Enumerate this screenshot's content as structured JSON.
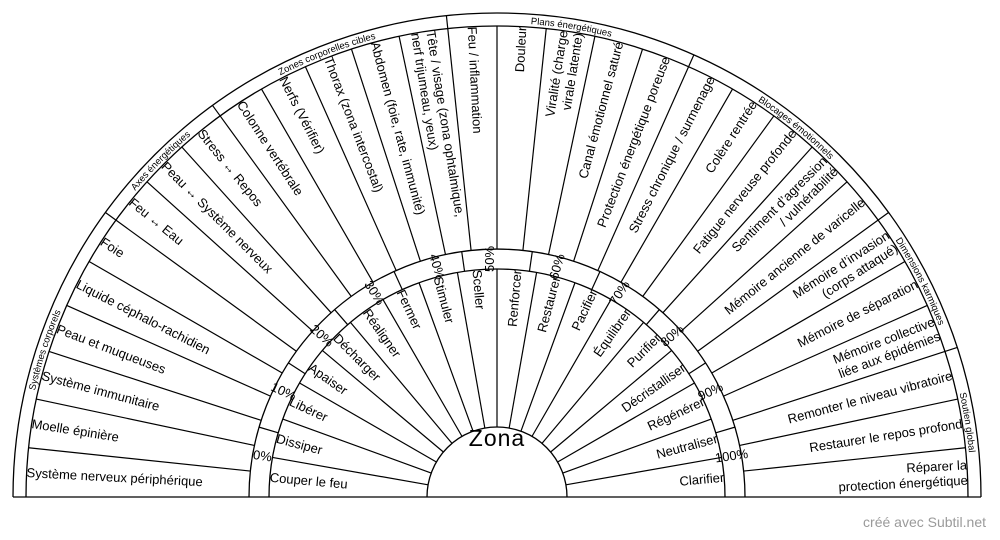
{
  "center_label": "Zona",
  "credit": "créé avec Subtil.net",
  "outer_ring": [
    {
      "label": "Systèmes corporels",
      "from": 0,
      "to": 6,
      "items": [
        "Système nerveux périphérique",
        "Moelle épinière",
        "Système immunitaire",
        "Peau et muqueuses",
        "Liquide céphalo-rachidien",
        "Foie"
      ]
    },
    {
      "label": "Axes énergétiques",
      "from": 6,
      "to": 9,
      "items": [
        "Feu ↔ Eau",
        "Peau ↔ Système nerveux",
        "Stress ↔ Repos"
      ]
    },
    {
      "label": "Zones corporelles cibles",
      "from": 9,
      "to": 14,
      "items": [
        "Colonne vertébrale",
        "Nerfs (Vérifier)",
        "Thorax (zona intercostal)",
        "Abdomen (foie, rate, immunité)",
        "Tête / visage (zona ophtalmique, nerf trijumeau, yeux)"
      ]
    },
    {
      "label": "Plans énergétiques",
      "from": 14,
      "to": 19,
      "items": [
        "Feu / inflammation",
        "Douleur",
        "Viralité (charge virale latente)",
        "Canal émotionnel saturé",
        "Protection énergétique poreuse"
      ]
    },
    {
      "label": "Blocages émotionnels",
      "from": 19,
      "to": 24,
      "items": [
        "Stress chronique / surmenage",
        "Colère rentrée",
        "Fatigue nerveuse profonde",
        "Sentiment d’agression / vulnérabilité",
        "Mémoire ancienne de varicelle"
      ]
    },
    {
      "label": "Dimensions karmiques",
      "from": 24,
      "to": 27,
      "items": [
        "Mémoire d’invasion (corps attaqué)",
        "Mémoire de séparation",
        "Mémoire collective liée aux épidémies"
      ]
    },
    {
      "label": "Soutien global",
      "from": 27,
      "to": 30,
      "items": [
        "Remonter le niveau vibratoire",
        "Restaurer le repos profond",
        "Réparer la protection énergétique"
      ]
    }
  ],
  "percent_scale": [
    "0%",
    "10%",
    "20%",
    "30%",
    "40%",
    "50%",
    "60%",
    "70%",
    "80%",
    "90%",
    "100%"
  ],
  "actions": [
    "Couper le feu",
    "Dissiper",
    "Libérer",
    "Apaiser",
    "Décharger",
    "Réaligner",
    "Fermer",
    "Stimuler",
    "Sceller",
    "Renforcer",
    "Restaurer",
    "Pacifier",
    "Équilibrer",
    "Purifier",
    "Décristalliser",
    "Régénérer",
    "Neutraliser",
    "Clarifier"
  ]
}
